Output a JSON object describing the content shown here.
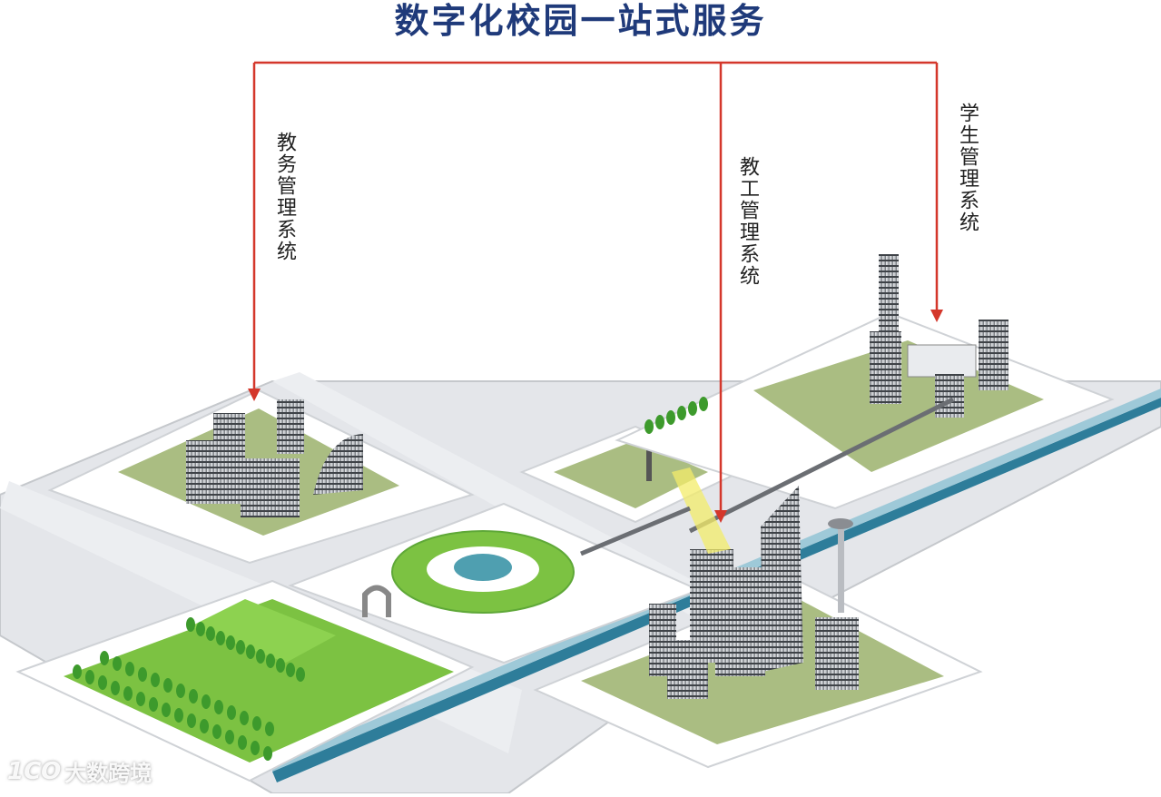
{
  "title": "数字化校园一站式服务",
  "systems": [
    {
      "label": "教务管理系统"
    },
    {
      "label": "教工管理系统"
    },
    {
      "label": "学生管理系统"
    }
  ],
  "watermark": {
    "logo": "1CO",
    "text": "大数跨境"
  },
  "colors": {
    "title": "#1f3a7a",
    "arrow": "#d4372b",
    "road": "#e4e6ea",
    "lawn": "#aabd82",
    "grass": "#7cc242",
    "tree": "#3d9a2c",
    "canal": "#2e7d9a",
    "building": "#8a8d92"
  }
}
